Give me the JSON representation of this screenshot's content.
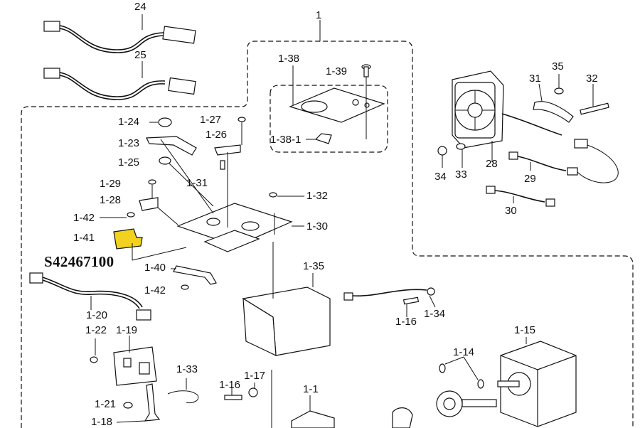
{
  "labels": {
    "l1": "1",
    "l24": "24",
    "l25": "25",
    "l1_38": "1-38",
    "l1_39": "1-39",
    "l1_38_1": "1-38-1",
    "l35": "35",
    "l31": "31",
    "l32": "32",
    "l34": "34",
    "l33": "33",
    "l28": "28",
    "l29": "29",
    "l30": "30",
    "l1_24": "1-24",
    "l1_27": "1-27",
    "l1_26": "1-26",
    "l1_23": "1-23",
    "l1_25": "1-25",
    "l1_31": "1-31",
    "l1_29": "1-29",
    "l1_32": "1-32",
    "l1_28": "1-28",
    "l1_42a": "1-42",
    "l1_41": "1-41",
    "l1_30": "1-30",
    "l1_40": "1-40",
    "l1_42b": "1-42",
    "l1_35": "1-35",
    "l1_20": "1-20",
    "l1_16a": "1-16",
    "l1_34": "1-34",
    "l1_22": "1-22",
    "l1_19": "1-19",
    "l1_15": "1-15",
    "l1_14": "1-14",
    "l1_33": "1-33",
    "l1_17": "1-17",
    "l1_16b": "1-16",
    "l1_1": "1-1",
    "l1_21": "1-21",
    "l1_18": "1-18"
  },
  "part_code": "S42467100",
  "highlight_color": "#f2d21f"
}
